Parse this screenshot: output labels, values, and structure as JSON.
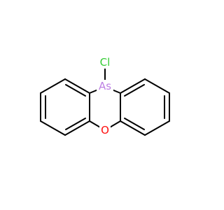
{
  "molecule": {
    "atoms": {
      "chlorine": {
        "label": "Cl",
        "color": "#33cc33"
      },
      "arsenic": {
        "label": "As",
        "color": "#bd80e3"
      },
      "oxygen": {
        "label": "O",
        "color": "#ff0d0d"
      }
    },
    "bond_color": "#000000"
  }
}
